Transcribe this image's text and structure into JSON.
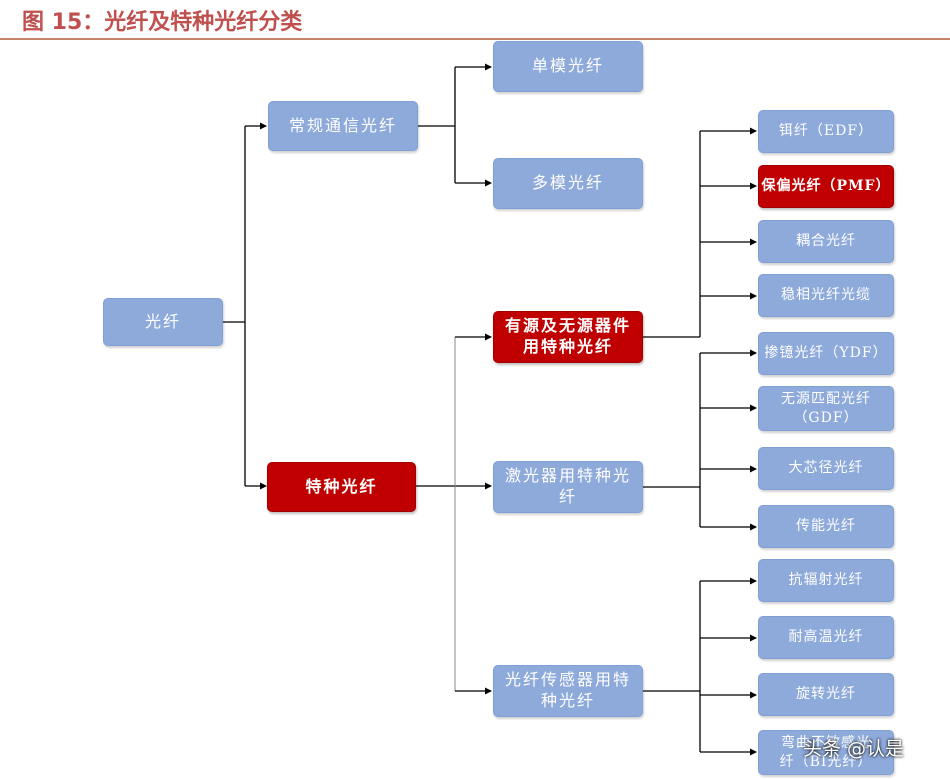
{
  "header": {
    "title": "图 15：光纤及特种光纤分类"
  },
  "nodes": {
    "root": "光纤",
    "comm": "常规通信光纤",
    "single": "单模光纤",
    "multi": "多模光纤",
    "special": "特种光纤",
    "passive": "有源及无源器件用特种光纤",
    "laser": "激光器用特种光纤",
    "sensor": "光纤传感器用特种光纤",
    "edf": "铒纤（EDF）",
    "pmf": "保偏光纤（PMF）",
    "coupler": "耦合光纤",
    "phase": "稳相光纤光缆",
    "ydf": "掺镱光纤（YDF）",
    "gdf": "无源匹配光纤（GDF）",
    "largecore": "大芯径光纤",
    "energy": "传能光纤",
    "radiation": "抗辐射光纤",
    "hightemp": "耐高温光纤",
    "spin": "旋转光纤",
    "bend": "弯曲不敏感光纤（BI光纤）"
  },
  "watermark": "头条 @认是",
  "colors": {
    "blue": "#8eaadb",
    "red": "#c00000",
    "title": "#c0504d"
  }
}
